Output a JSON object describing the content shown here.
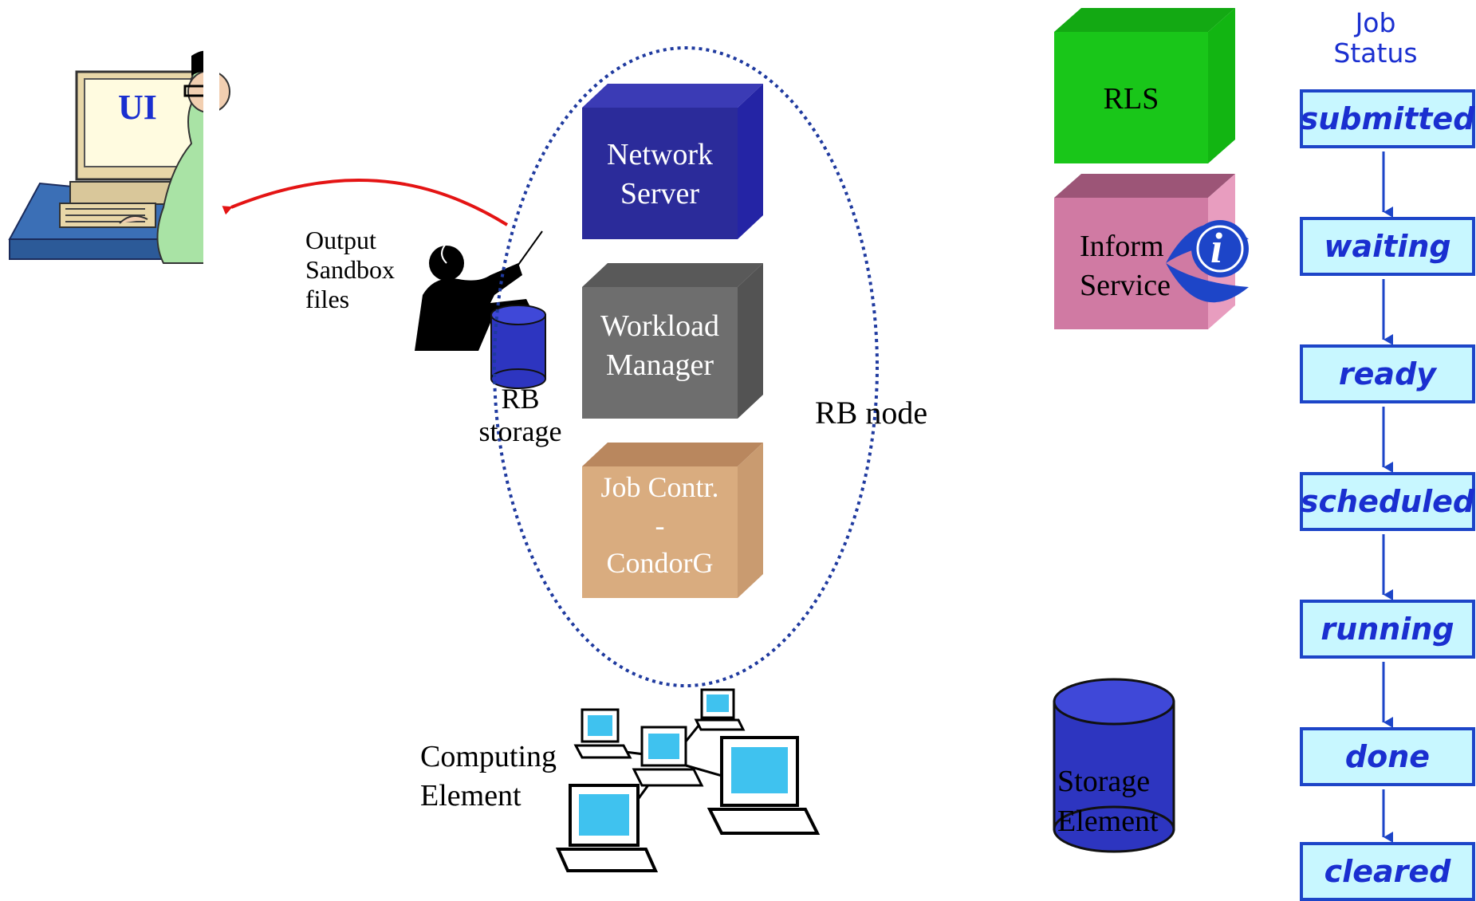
{
  "ui_label": "UI",
  "output_sandbox": [
    "Output",
    "Sandbox",
    "files"
  ],
  "rb_storage": [
    "RB",
    "storage"
  ],
  "rb_node": "RB node",
  "network_server": [
    "Network",
    "Server"
  ],
  "workload_manager": [
    "Workload",
    "Manager"
  ],
  "job_controller": [
    "Job Contr.",
    "-",
    "CondorG"
  ],
  "rls": "RLS",
  "information_service": [
    "Inform",
    "Service"
  ],
  "info_icon_glyph": "i",
  "computing_element": [
    "Computing",
    "Element"
  ],
  "storage_element": [
    "Storage",
    "Element"
  ],
  "job_status": {
    "title": [
      "Job",
      "Status"
    ],
    "states": [
      "submitted",
      "waiting",
      "ready",
      "scheduled",
      "running",
      "done",
      "cleared"
    ]
  },
  "colors": {
    "network_server": "#2b2b9a",
    "workload_manager": "#6e6e6e",
    "job_controller": "#d9ac7f",
    "rls": "#19c619",
    "information_service": "#d07aa3",
    "storage": "#2d35c0",
    "status_fill": "#c8f7ff",
    "status_border": "#1d45c8",
    "arrow_red": "#e41414"
  }
}
